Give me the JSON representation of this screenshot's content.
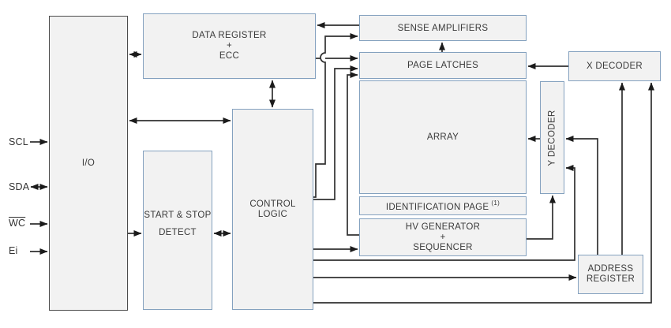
{
  "colors": {
    "background": "#ffffff",
    "block_fill": "#f2f2f2",
    "block_border": "#84a1bf",
    "io_block_border": "#4c4c4c",
    "wire": "#303030",
    "text": "#3a3a3a"
  },
  "pins": [
    {
      "id": "scl",
      "label": "SCL",
      "direction": "input"
    },
    {
      "id": "sda",
      "label": "SDA",
      "direction": "bidirectional"
    },
    {
      "id": "wc",
      "label": "WC",
      "overline": true,
      "direction": "input"
    },
    {
      "id": "ei",
      "label": "Ei",
      "direction": "input"
    }
  ],
  "blocks": {
    "io": {
      "label": "I/O"
    },
    "data_register": {
      "lines": [
        "DATA REGISTER",
        "+",
        "ECC"
      ]
    },
    "start_stop_detect": {
      "lines": [
        "START & STOP",
        "DETECT"
      ]
    },
    "control_logic": {
      "lines": [
        "CONTROL",
        "LOGIC"
      ]
    },
    "sense_amplifiers": {
      "label": "SENSE AMPLIFIERS"
    },
    "page_latches": {
      "label": "PAGE LATCHES"
    },
    "array": {
      "label": "ARRAY"
    },
    "identification_page": {
      "label": "IDENTIFICATION PAGE",
      "superscript": "(1)"
    },
    "hv_generator": {
      "lines": [
        "HV GENERATOR",
        "+",
        "SEQUENCER"
      ]
    },
    "y_decoder": {
      "label": "Y DECODER"
    },
    "x_decoder": {
      "label": "X DECODER"
    },
    "address_register": {
      "lines": [
        "ADDRESS",
        "REGISTER"
      ]
    }
  }
}
